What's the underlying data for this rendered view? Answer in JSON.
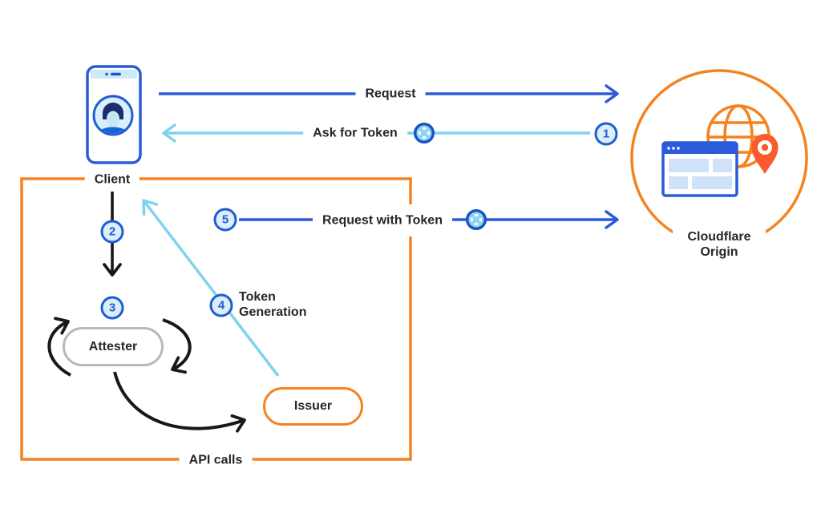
{
  "labels": {
    "client": "Client",
    "cloudflare_origin": "Cloudflare Origin",
    "attester": "Attester",
    "issuer": "Issuer",
    "api_calls": "API calls",
    "request": "Request",
    "ask_for_token": "Ask for Token",
    "request_with_token": "Request with Token",
    "token_generation": "Token Generation"
  },
  "steps": [
    "1",
    "2",
    "3",
    "4",
    "5"
  ],
  "icons": {
    "smartphone": "smartphone-icon",
    "user_avatar": "user-avatar-icon",
    "token": "token-icon",
    "globe": "globe-icon",
    "location_pin": "location-pin-icon",
    "browser_window": "browser-window-icon"
  },
  "colors": {
    "accent_blue": "#2b5ada",
    "sky_blue": "#7fd3ee",
    "orange": "#f6821f",
    "pin_orange": "#fb5a2d",
    "step_circle_border": "#1d5ed2",
    "step_circle_fill": "#ddeefb",
    "arrow_black": "#17181c",
    "attester_border_gray": "#b4bac2",
    "text": "#23272e"
  }
}
